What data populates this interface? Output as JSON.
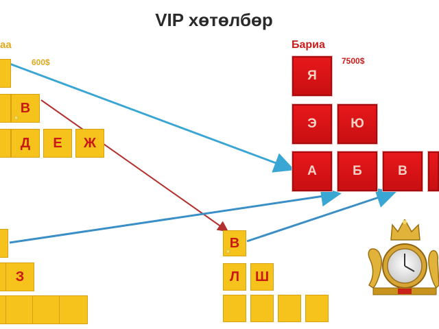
{
  "title": "VIP хөтөлбөр",
  "left_label": "аа",
  "left_amount": "600$",
  "right_label": "Бариа",
  "right_amount": "7500$",
  "colors": {
    "gold_cell": "#f6c21c",
    "red_cell": "#d5131a",
    "letter": "#c81a12",
    "blue_arrow": "#3aa6d3",
    "red_arrow": "#b2302e",
    "amount": "#e0a81f"
  },
  "cells": {
    "topleft": {
      "b": "В",
      "d": "Д",
      "e": "Е",
      "zh": "Ж"
    },
    "bottomleft": {
      "z": "З"
    },
    "middle": {
      "v": "В",
      "l": "Л",
      "sh": "Ш"
    },
    "right": {
      "ya": "Я",
      "e": "Э",
      "yu": "Ю",
      "a": "А",
      "b": "Б",
      "v": "В"
    }
  }
}
